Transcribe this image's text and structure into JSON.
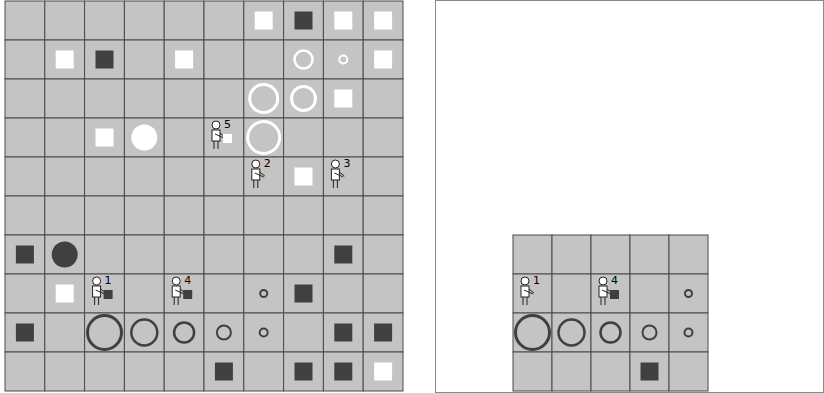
{
  "diagram": {
    "labels": [
      "5",
      "2",
      "3",
      "1",
      "4",
      "1",
      "4"
    ]
  }
}
